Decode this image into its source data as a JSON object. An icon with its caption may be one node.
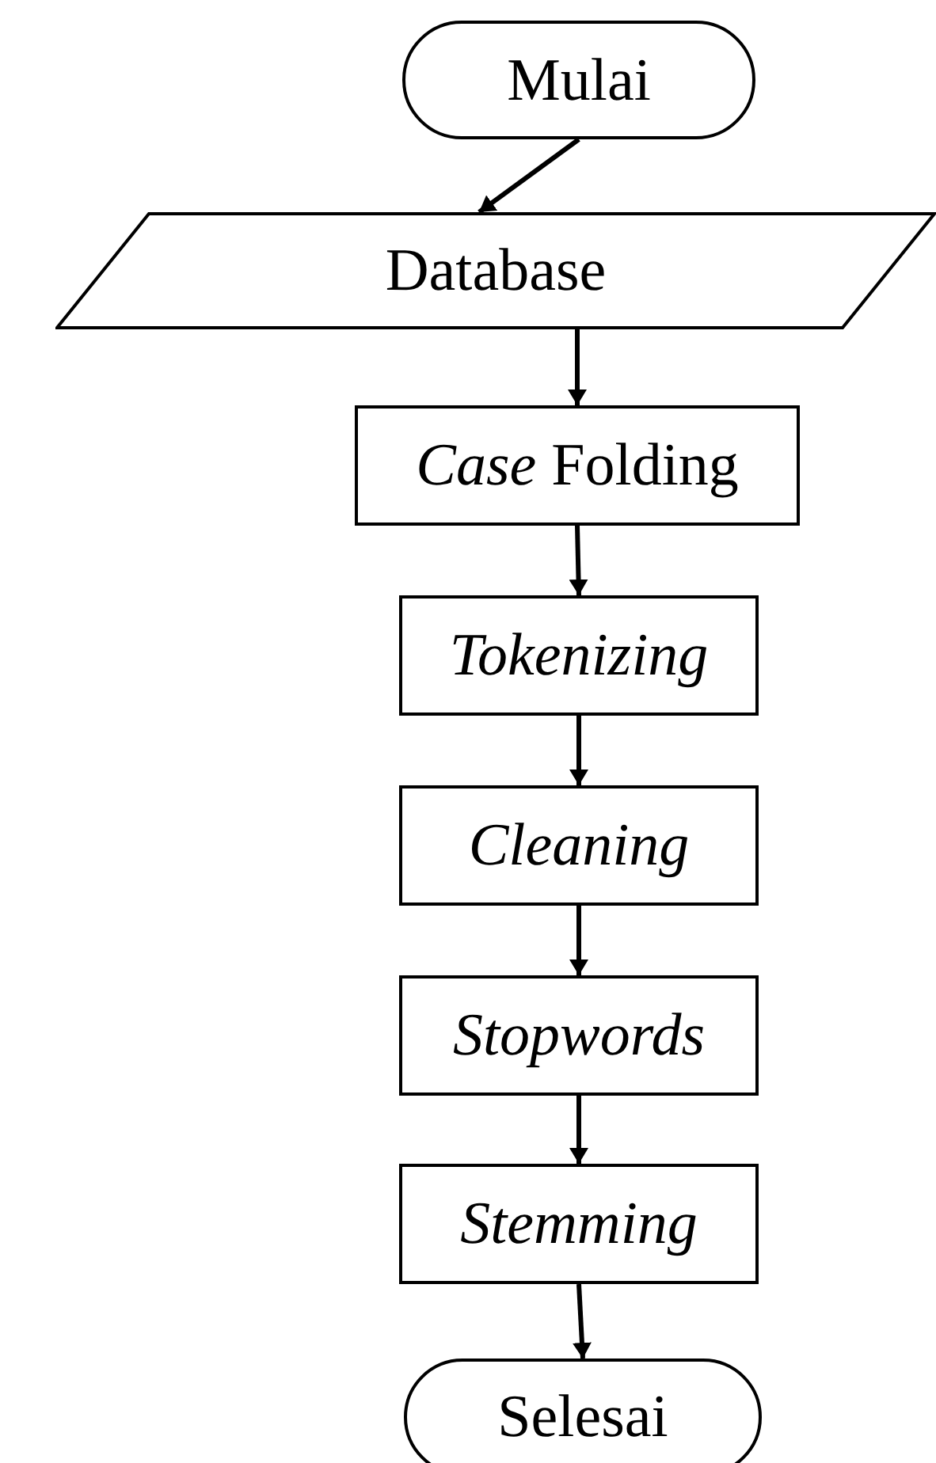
{
  "diagram": {
    "nodes": [
      {
        "text": [
          "Mulai"
        ]
      },
      {
        "text": [
          "Database"
        ]
      },
      {
        "text": [
          "*Case* Folding"
        ]
      },
      {
        "text": [
          "Tokenizing"
        ]
      },
      {
        "text": [
          "Cleaning"
        ]
      },
      {
        "text": [
          "Stopwords"
        ]
      },
      {
        "text": [
          "Stemming"
        ]
      },
      {
        "text": [
          "Selesai"
        ]
      }
    ],
    "edges": [
      {
        "from": 0,
        "to": 1,
        "arrow": "to"
      },
      {
        "from": 1,
        "to": 2,
        "arrow": "to"
      },
      {
        "from": 2,
        "to": 3,
        "arrow": "to"
      },
      {
        "from": 3,
        "to": 4,
        "arrow": "to"
      },
      {
        "from": 4,
        "to": 5,
        "arrow": "to"
      },
      {
        "from": 5,
        "to": 6,
        "arrow": "to"
      },
      {
        "from": 6,
        "to": 7,
        "arrow": "to"
      }
    ]
  }
}
